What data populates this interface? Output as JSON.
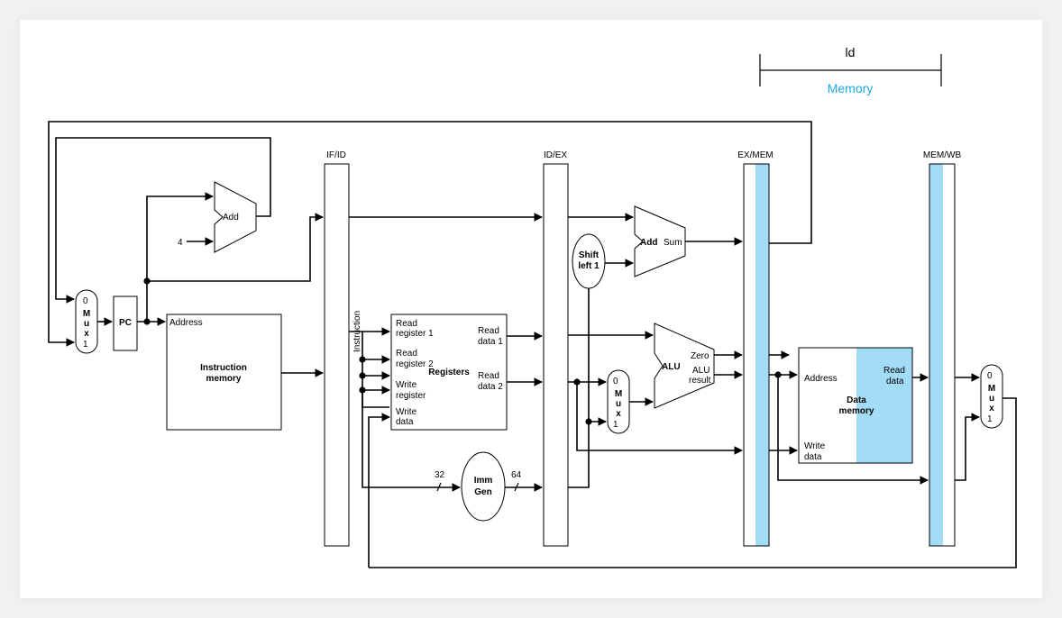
{
  "header": {
    "title": "ld",
    "subtitle": "Memory"
  },
  "pipeline_registers": {
    "if_id": "IF/ID",
    "id_ex": "ID/EX",
    "ex_mem": "EX/MEM",
    "mem_wb": "MEM/WB"
  },
  "pc": {
    "label": "PC"
  },
  "mux": {
    "zero": "0",
    "m": "M",
    "u": "u",
    "x": "x",
    "one": "1"
  },
  "add_pc": {
    "label": "Add",
    "constant": "4"
  },
  "instruction_memory": {
    "address": "Address",
    "title_line1": "Instruction",
    "title_line2": "memory",
    "instruction": "Instruction"
  },
  "registers": {
    "title": "Registers",
    "read_register1_l1": "Read",
    "read_register1_l2": "register 1",
    "read_register2_l1": "Read",
    "read_register2_l2": "register 2",
    "write_register_l1": "Write",
    "write_register_l2": "register",
    "write_data_l1": "Write",
    "write_data_l2": "data",
    "read_data1_l1": "Read",
    "read_data1_l2": "data 1",
    "read_data2_l1": "Read",
    "read_data2_l2": "data 2"
  },
  "shift_left": {
    "line1": "Shift",
    "line2": "left 1"
  },
  "add_branch": {
    "label": "Add",
    "sum": "Sum"
  },
  "alu": {
    "label": "ALU",
    "zero": "Zero",
    "result_l1": "ALU",
    "result_l2": "result"
  },
  "imm_gen": {
    "line1": "Imm",
    "line2": "Gen",
    "bits_in": "32",
    "bits_out": "64"
  },
  "data_memory": {
    "address": "Address",
    "read_data_l1": "Read",
    "read_data_l2": "data",
    "title_line1": "Data",
    "title_line2": "memory",
    "write_data_l1": "Write",
    "write_data_l2": "data"
  },
  "colors": {
    "highlight": "#a3dcf7",
    "accent_text": "#1fa6e0"
  }
}
